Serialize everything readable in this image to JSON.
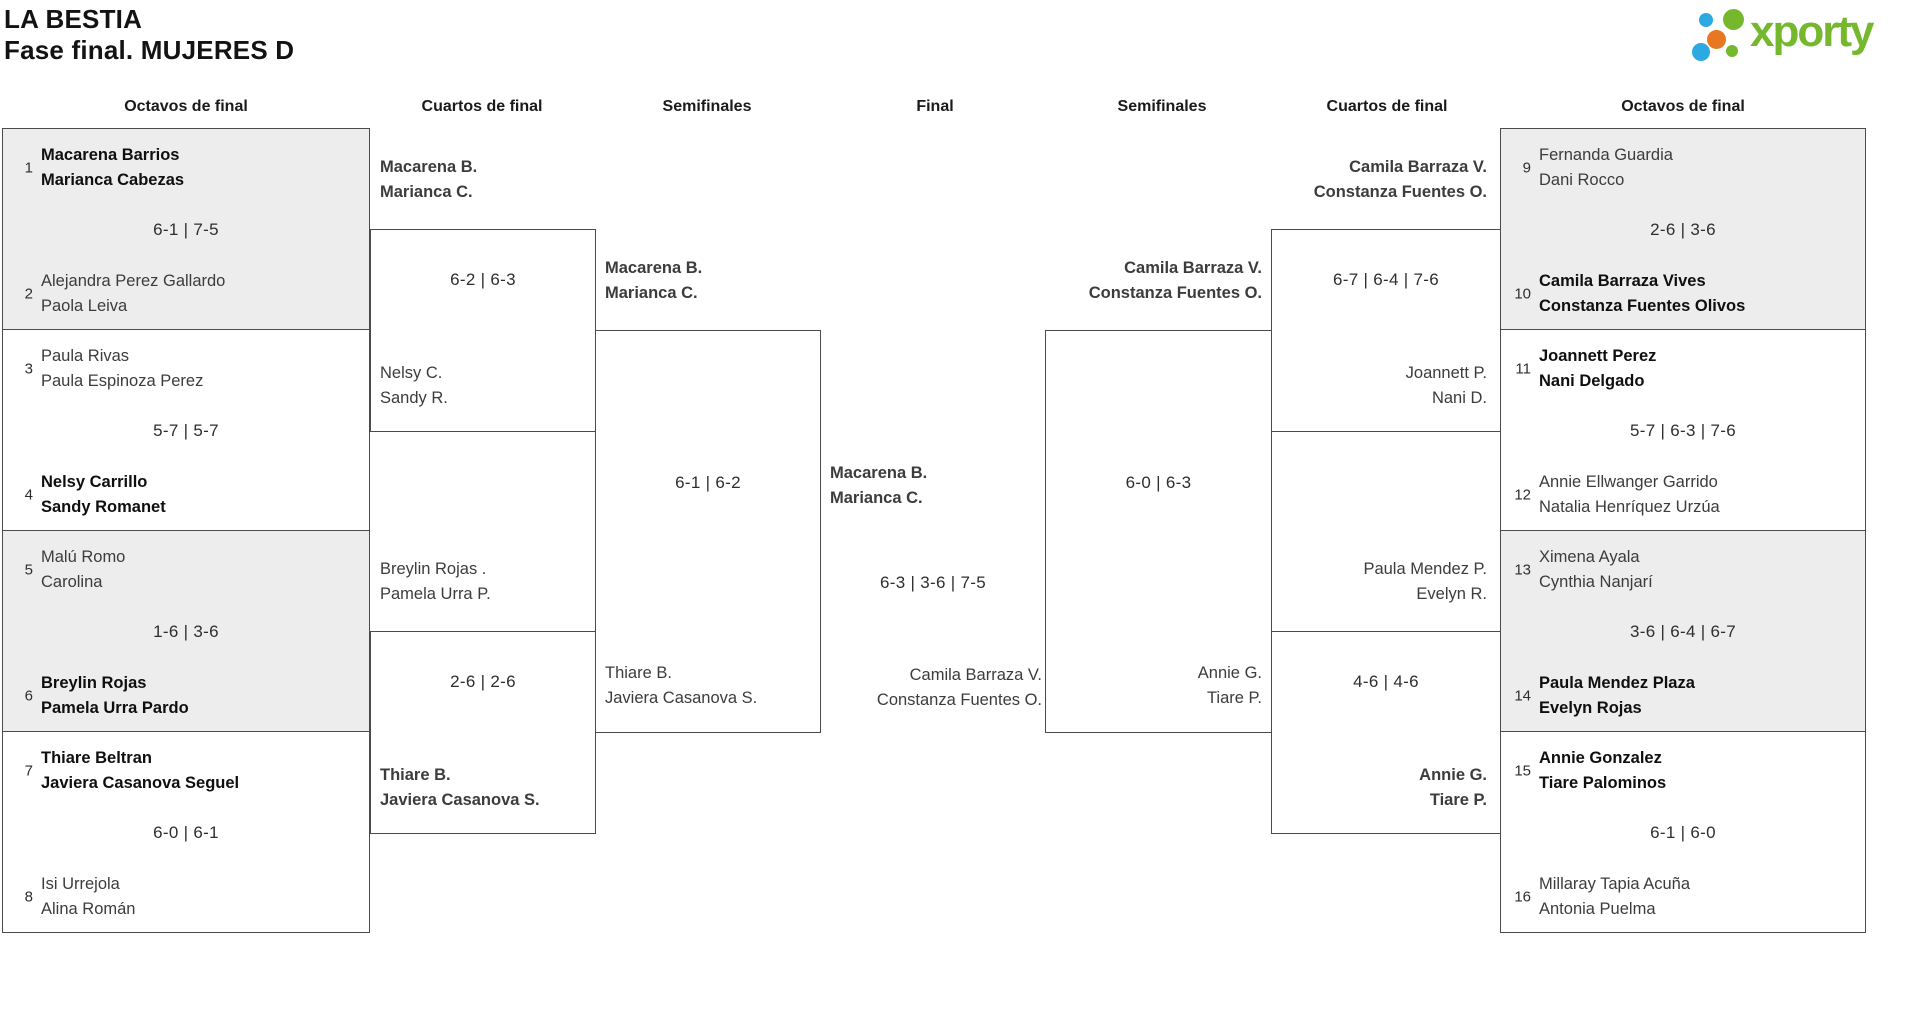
{
  "title": {
    "line1": "LA BESTIA",
    "line2": "Fase final. MUJERES D"
  },
  "logo": {
    "brand": "xporty",
    "green": "#76b82d",
    "blue": "#2ba9e0",
    "orange": "#e87722"
  },
  "round_headers": [
    "Octavos de final",
    "Cuartos de final",
    "Semifinales",
    "Final",
    "Semifinales",
    "Cuartos de final",
    "Octavos de final"
  ],
  "colors": {
    "cell_gray": "#ededed",
    "border": "#4b4b4b",
    "text_regular": "#3c3c3c",
    "text_winner": "#0f0f0f"
  },
  "r16": [
    {
      "seed_a": "1",
      "team_a": [
        "Macarena Barrios",
        "Marianca Cabezas"
      ],
      "score": "6-1 | 7-5",
      "seed_b": "2",
      "team_b": [
        "Alejandra Perez Gallardo",
        "Paola Leiva"
      ],
      "winner": "a"
    },
    {
      "seed_a": "3",
      "team_a": [
        "Paula Rivas",
        "Paula Espinoza Perez"
      ],
      "score": "5-7 | 5-7",
      "seed_b": "4",
      "team_b": [
        "Nelsy Carrillo",
        "Sandy Romanet"
      ],
      "winner": "b"
    },
    {
      "seed_a": "5",
      "team_a": [
        "Malú Romo",
        "Carolina"
      ],
      "score": "1-6 | 3-6",
      "seed_b": "6",
      "team_b": [
        "Breylin Rojas",
        "Pamela Urra Pardo"
      ],
      "winner": "b"
    },
    {
      "seed_a": "7",
      "team_a": [
        "Thiare Beltran",
        "Javiera Casanova Seguel"
      ],
      "score": "6-0 | 6-1",
      "seed_b": "8",
      "team_b": [
        "Isi Urrejola",
        "Alina Román"
      ],
      "winner": "a"
    },
    {
      "seed_a": "9",
      "team_a": [
        "Fernanda Guardia",
        "Dani Rocco"
      ],
      "score": "2-6 | 3-6",
      "seed_b": "10",
      "team_b": [
        "Camila Barraza Vives",
        "Constanza Fuentes Olivos"
      ],
      "winner": "b"
    },
    {
      "seed_a": "11",
      "team_a": [
        "Joannett Perez",
        "Nani Delgado"
      ],
      "score": "5-7 | 6-3 | 7-6",
      "seed_b": "12",
      "team_b": [
        "Annie Ellwanger Garrido",
        "Natalia Henríquez Urzúa"
      ],
      "winner": "a"
    },
    {
      "seed_a": "13",
      "team_a": [
        "Ximena Ayala",
        "Cynthia Nanjarí"
      ],
      "score": "3-6 | 6-4 | 6-7",
      "seed_b": "14",
      "team_b": [
        "Paula Mendez Plaza",
        "Evelyn Rojas"
      ],
      "winner": "b"
    },
    {
      "seed_a": "15",
      "team_a": [
        "Annie Gonzalez",
        "Tiare Palominos"
      ],
      "score": "6-1 | 6-0",
      "seed_b": "16",
      "team_b": [
        "Millaray Tapia Acuña",
        "Antonia Puelma"
      ],
      "winner": "a"
    }
  ],
  "qf": [
    {
      "team_a": [
        "Macarena B.",
        "Marianca C."
      ],
      "score": "6-2 | 6-3",
      "team_b": [
        "Nelsy C.",
        "Sandy R."
      ],
      "winner": "a"
    },
    {
      "team_a": [
        "Breylin Rojas .",
        "Pamela Urra P."
      ],
      "score": "2-6 | 2-6",
      "team_b": [
        "Thiare B.",
        "Javiera Casanova S."
      ],
      "winner": "b"
    },
    {
      "team_a": [
        "Camila Barraza V.",
        "Constanza Fuentes O."
      ],
      "score": "6-7 | 6-4 | 7-6",
      "team_b": [
        "Joannett P.",
        "Nani D."
      ],
      "winner": "a"
    },
    {
      "team_a": [
        "Paula Mendez P.",
        "Evelyn R."
      ],
      "score": "4-6 | 4-6",
      "team_b": [
        "Annie G.",
        "Tiare P."
      ],
      "winner": "b"
    }
  ],
  "sf": [
    {
      "team_a": [
        "Macarena B.",
        "Marianca C."
      ],
      "score": "6-1 | 6-2",
      "team_b": [
        "Thiare B.",
        "Javiera Casanova S."
      ],
      "winner": "a"
    },
    {
      "team_a": [
        "Camila Barraza V.",
        "Constanza Fuentes O."
      ],
      "score": "6-0 | 6-3",
      "team_b": [
        "Annie G.",
        "Tiare P."
      ],
      "winner": "a"
    }
  ],
  "final": {
    "team_a": [
      "Macarena B.",
      "Marianca C."
    ],
    "score": "6-3 | 3-6 | 7-5",
    "team_b": [
      "Camila Barraza V.",
      "Constanza Fuentes O."
    ],
    "winner": "a"
  }
}
